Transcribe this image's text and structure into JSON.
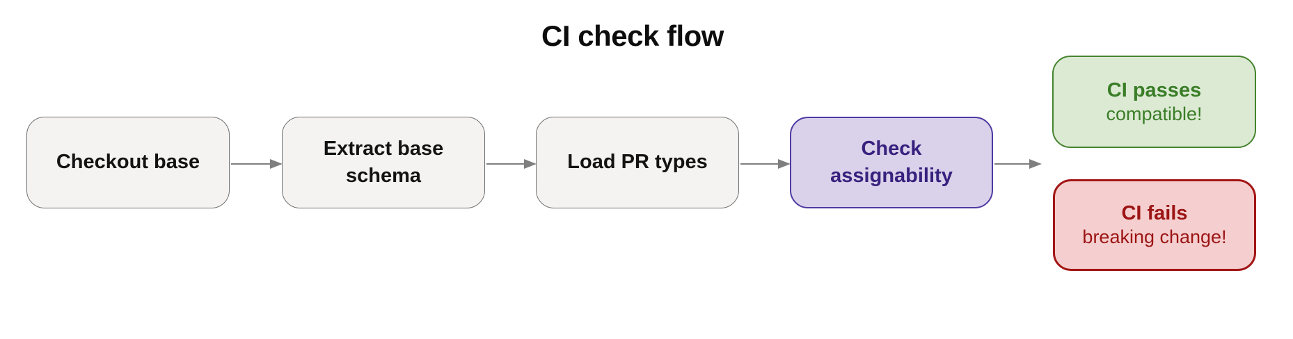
{
  "title": "CI check flow",
  "flow": {
    "steps": [
      {
        "id": "checkout-base",
        "label": "Checkout base",
        "variant": "default"
      },
      {
        "id": "extract-base-schema",
        "label": "Extract base schema",
        "variant": "default"
      },
      {
        "id": "load-pr-types",
        "label": "Load PR types",
        "variant": "default"
      },
      {
        "id": "check-assignability",
        "label": "Check assignability",
        "variant": "highlighted"
      }
    ],
    "outcomes": [
      {
        "id": "ci-passes",
        "title": "CI passes",
        "subtitle": "compatible!",
        "variant": "success"
      },
      {
        "id": "ci-fails",
        "title": "CI fails",
        "subtitle": "breaking change!",
        "variant": "failure"
      }
    ],
    "arrows": [
      {
        "from": "checkout-base",
        "to": "extract-base-schema"
      },
      {
        "from": "extract-base-schema",
        "to": "load-pr-types"
      },
      {
        "from": "load-pr-types",
        "to": "check-assignability"
      },
      {
        "from": "check-assignability",
        "to": "outcomes"
      }
    ]
  },
  "colors": {
    "background": "#ffffff",
    "title_text": "#0d0d0d",
    "step_fill": "#f4f3f1",
    "step_border": "#707070",
    "step_text": "#131313",
    "highlight_fill": "#d9d2ea",
    "highlight_border": "#4e3aa3",
    "highlight_text": "#38217e",
    "success_fill": "#dcead4",
    "success_border": "#45842e",
    "success_text": "#3a7d27",
    "failure_fill": "#f5cfcf",
    "failure_border": "#a31515",
    "failure_text": "#9c1414",
    "arrow": "#7f7f7f"
  }
}
